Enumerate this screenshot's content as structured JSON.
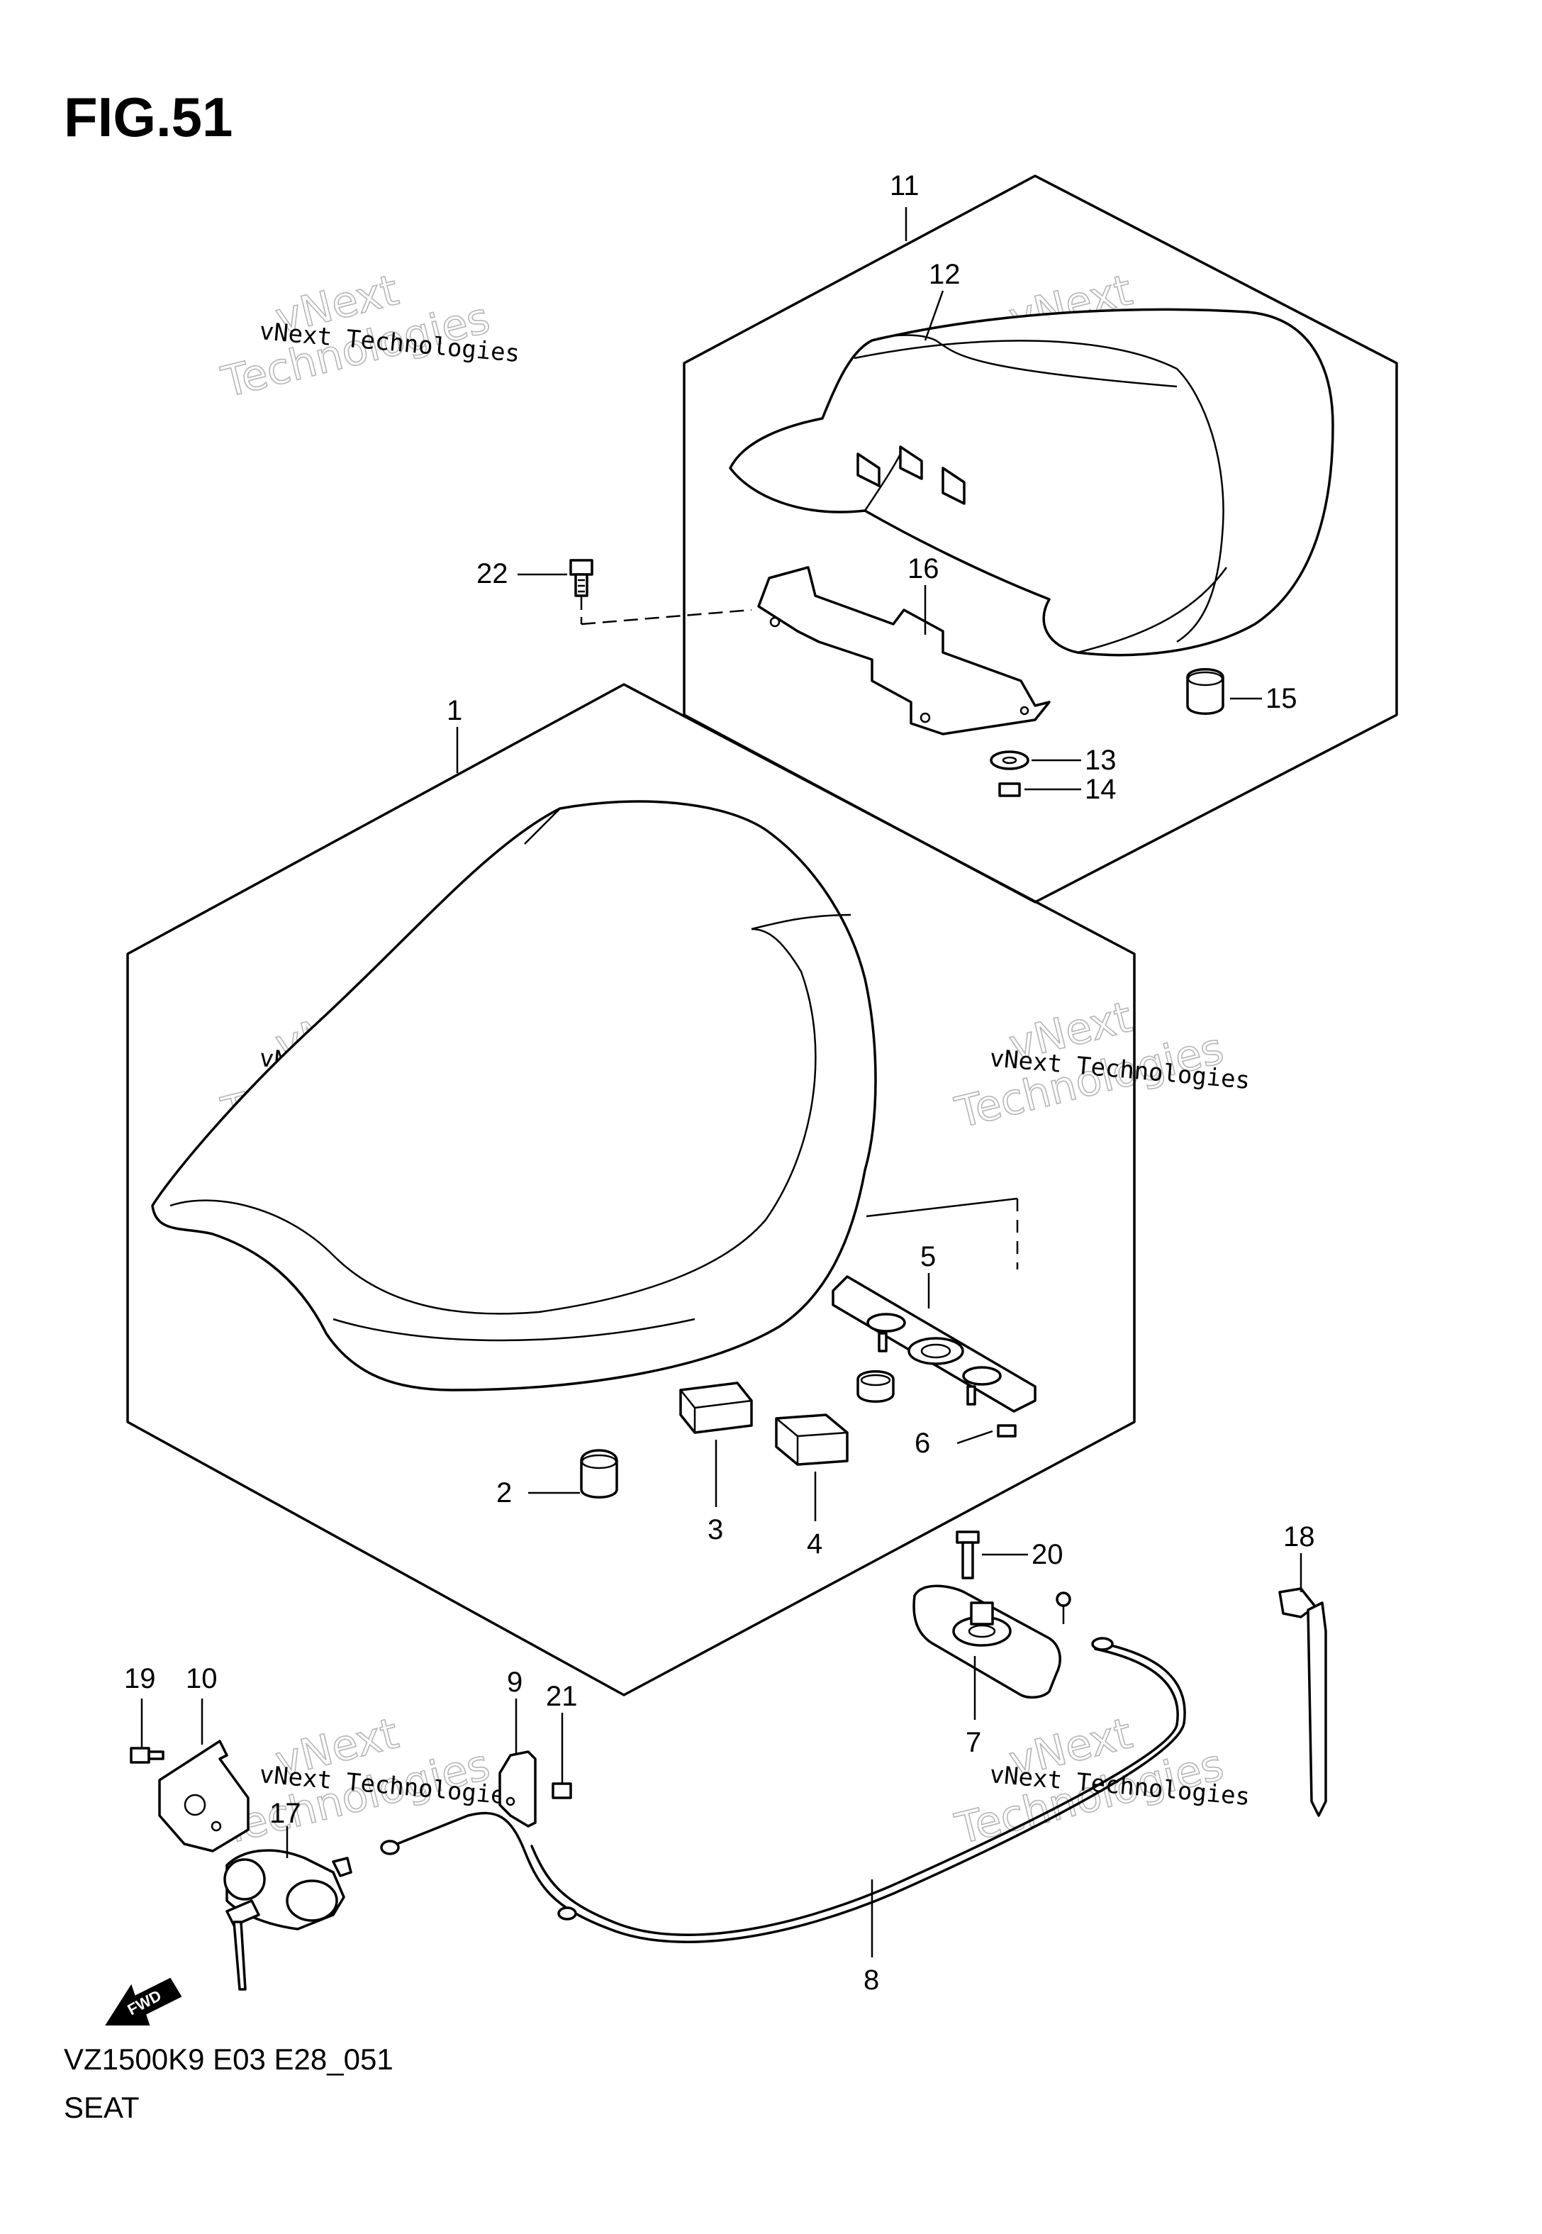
{
  "figure": {
    "title": "FIG.51",
    "model_code": "VZ1500K9 E03 E28_051",
    "section_name": "SEAT",
    "direction_label": "FWD"
  },
  "watermark": {
    "line1": "vNext Technologies",
    "ghost_line1": "vNext",
    "ghost_line2": "Technologies"
  },
  "callouts": [
    {
      "id": "1",
      "label": "1"
    },
    {
      "id": "2",
      "label": "2"
    },
    {
      "id": "3",
      "label": "3"
    },
    {
      "id": "4",
      "label": "4"
    },
    {
      "id": "5",
      "label": "5"
    },
    {
      "id": "6",
      "label": "6"
    },
    {
      "id": "7",
      "label": "7"
    },
    {
      "id": "8",
      "label": "8"
    },
    {
      "id": "9",
      "label": "9"
    },
    {
      "id": "10",
      "label": "10"
    },
    {
      "id": "11",
      "label": "11"
    },
    {
      "id": "12",
      "label": "12"
    },
    {
      "id": "13",
      "label": "13"
    },
    {
      "id": "14",
      "label": "14"
    },
    {
      "id": "15",
      "label": "15"
    },
    {
      "id": "16",
      "label": "16"
    },
    {
      "id": "17",
      "label": "17"
    },
    {
      "id": "18",
      "label": "18"
    },
    {
      "id": "19",
      "label": "19"
    },
    {
      "id": "20",
      "label": "20"
    },
    {
      "id": "21",
      "label": "21"
    },
    {
      "id": "22",
      "label": "22"
    }
  ]
}
